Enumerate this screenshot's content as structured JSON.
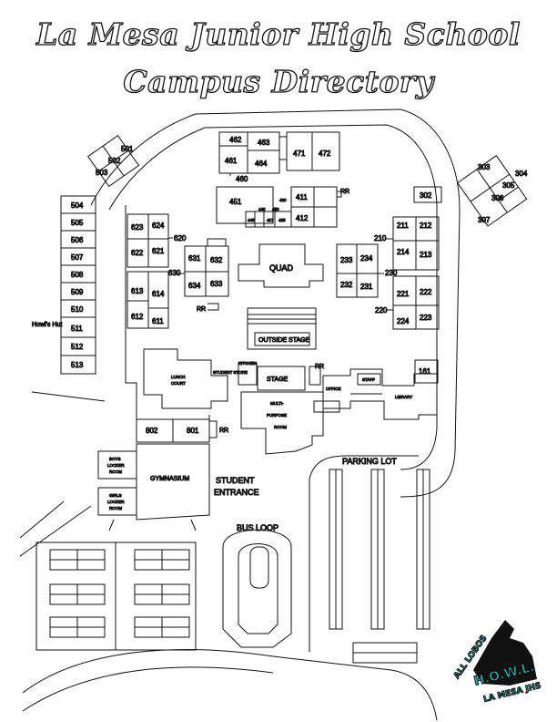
{
  "title": {
    "line1": "La Mesa Junior High School",
    "line2": "Campus Directory"
  },
  "rooms": {
    "r501": "501",
    "r502": "502",
    "r503": "503",
    "r504": "504",
    "r505": "505",
    "r506": "506",
    "r507": "507",
    "r508": "508",
    "r509": "509",
    "r510": "510",
    "r511": "511",
    "r512": "512",
    "r513": "513",
    "r460": "460",
    "r461": "461",
    "r462": "462",
    "r463": "463",
    "r464": "464",
    "r471": "471",
    "r472": "472",
    "r451": "451",
    "r411": "411",
    "r412": "412",
    "r420": "420",
    "r440": "440",
    "r450": "450",
    "r445": "445",
    "r417": "417",
    "r425": "425",
    "r302": "302",
    "r303": "303",
    "r304": "304",
    "r305": "305",
    "r306": "306",
    "r307": "307",
    "r620": "620",
    "r621": "621",
    "r622": "622",
    "r623": "623",
    "r624": "624",
    "r630": "630",
    "r631": "631",
    "r632": "632",
    "r633": "633",
    "r634": "634",
    "r611": "611",
    "r612": "612",
    "r613": "613",
    "r614": "614",
    "r210": "210",
    "r211": "211",
    "r212": "212",
    "r213": "213",
    "r214": "214",
    "r220": "220",
    "r221": "221",
    "r222": "222",
    "r223": "223",
    "r224": "224",
    "r230": "230",
    "r231": "231",
    "r232": "232",
    "r233": "233",
    "r234": "234",
    "r801": "801",
    "r802": "802",
    "r161": "161"
  },
  "labels": {
    "howls_hut": "Howl's Hut",
    "quad": "QUAD",
    "outside_stage": "OUTSIDE STAGE",
    "stage": "STAGE",
    "kitchen": "KITCHEN",
    "student_store": "STUDENT STORE",
    "lunch_court_1": "LUNCH",
    "lunch_court_2": "COURT",
    "mpr_1": "MULTI-",
    "mpr_2": "PURPOSE",
    "mpr_3": "ROOM",
    "office": "OFFICE",
    "staff": "STAFF",
    "library": "LIBRARY",
    "boys_locker_1": "BOYS",
    "boys_locker_2": "LOCKER",
    "boys_locker_3": "ROOM",
    "girls_locker_1": "GIRLS",
    "girls_locker_2": "LOCKER",
    "girls_locker_3": "ROOM",
    "gymnasium": "GYMNASIUM",
    "student_entrance_1": "STUDENT",
    "student_entrance_2": "ENTRANCE",
    "bus_loop": "BUS LOOP",
    "parking_lot": "PARKING LOT",
    "rr": "RR"
  },
  "logo": {
    "line1": "ALL LOBOS",
    "line2": "H.O.W.L.",
    "line3": "LA MESA JHS",
    "color": "#22b3b0"
  }
}
